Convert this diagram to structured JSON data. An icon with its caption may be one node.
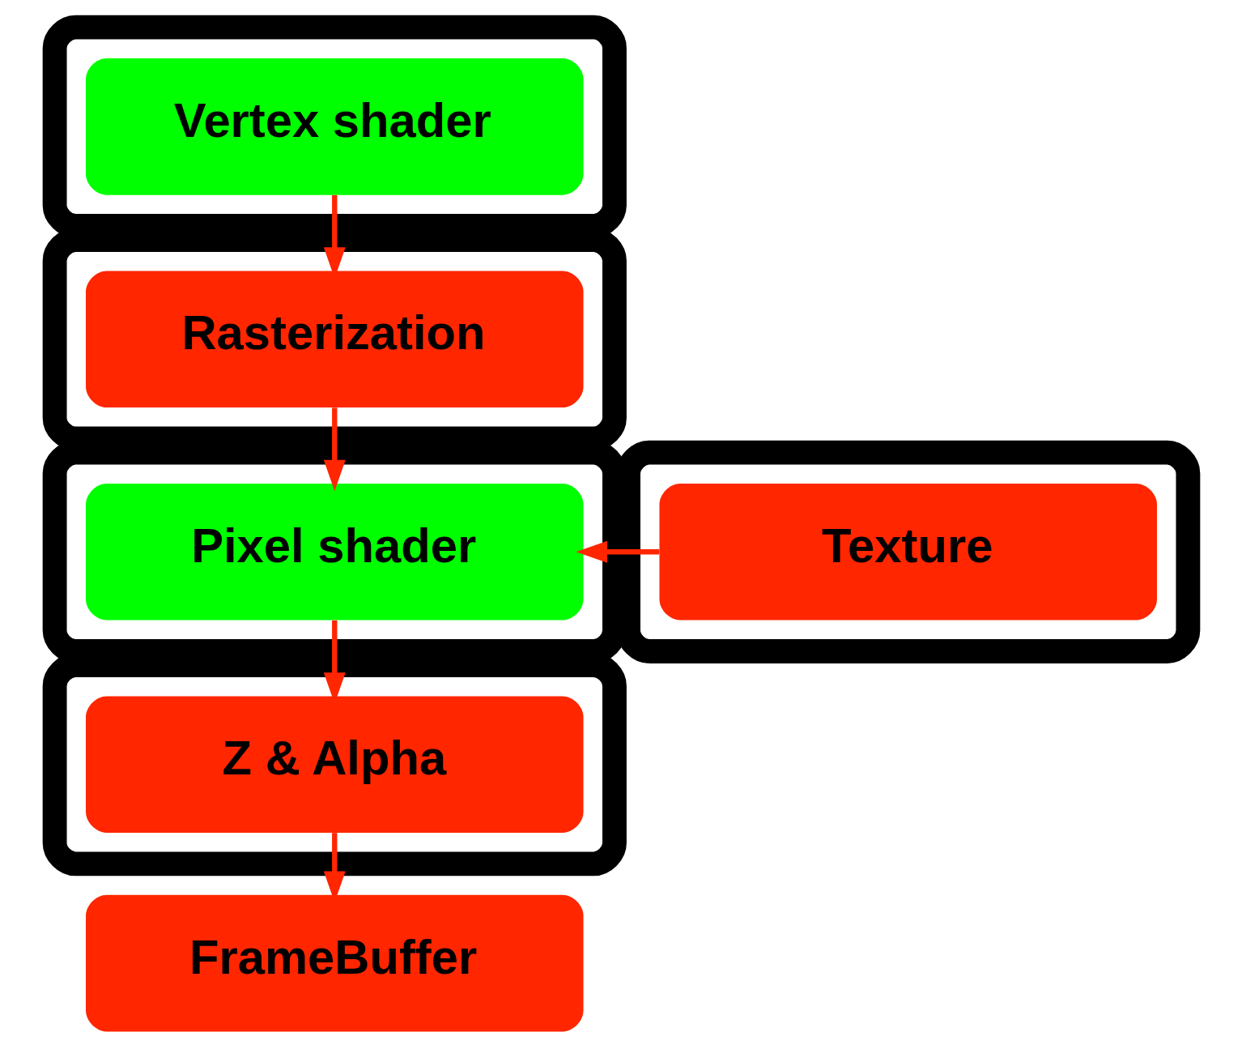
{
  "diagram": {
    "nodes": [
      {
        "text": [],
        "shape": "box"
      },
      {
        "text": [
          "Vertex shader"
        ],
        "in": 0
      },
      {
        "text": [],
        "shape": "box"
      },
      {
        "text": [
          "Rasterization"
        ],
        "in": 2
      },
      {
        "text": [],
        "shape": "box"
      },
      {
        "text": [
          "Pixel shader"
        ],
        "in": 4
      },
      {
        "text": [],
        "shape": "box"
      },
      {
        "text": [
          "Texture"
        ],
        "in": 6
      },
      {
        "text": [],
        "shape": "box"
      },
      {
        "text": [
          "Z & Alpha"
        ],
        "in": 8
      },
      {
        "text": [
          "FrameBuffer"
        ]
      }
    ],
    "edges": [
      {
        "from": 1,
        "to": 3,
        "arrow": "to"
      },
      {
        "from": 3,
        "to": 5,
        "arrow": "to"
      },
      {
        "from": 7,
        "to": 5,
        "arrow": "to"
      },
      {
        "from": 5,
        "to": 9,
        "arrow": "to"
      },
      {
        "from": 9,
        "to": 10,
        "arrow": "to"
      }
    ]
  }
}
